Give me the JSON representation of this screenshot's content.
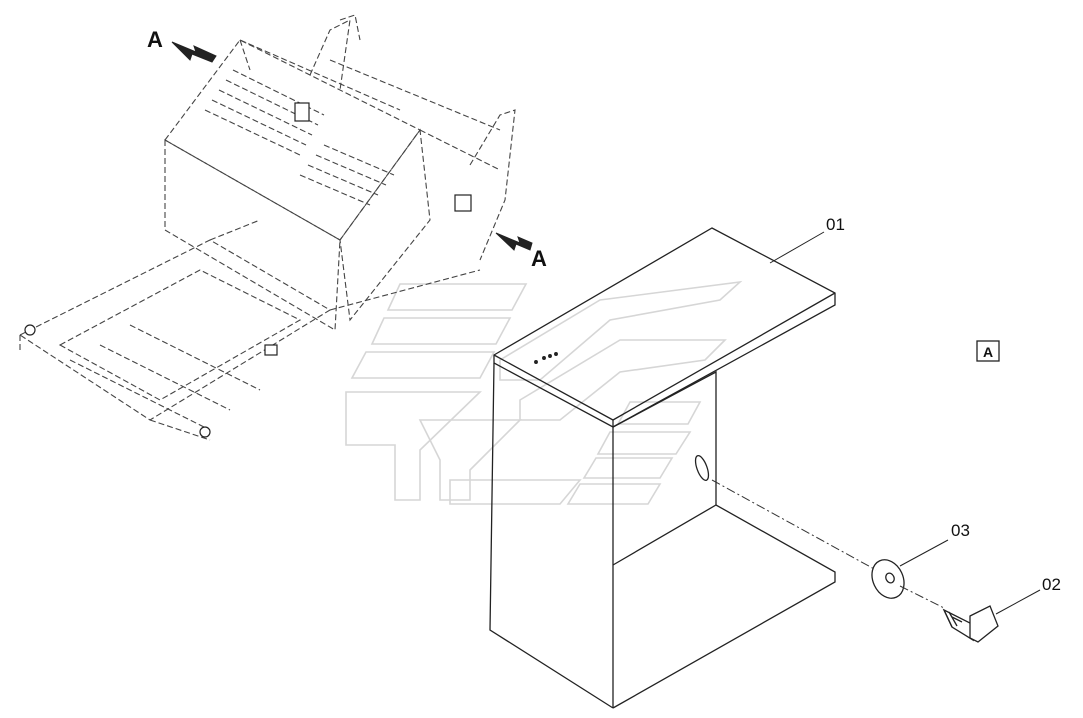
{
  "view_labels": {
    "top_left": "A",
    "right": "A",
    "reference_box": "A"
  },
  "callouts": {
    "p01": "01",
    "p02": "02",
    "p03": "03"
  },
  "colors": {
    "line": "#222222",
    "dash": "#444444",
    "watermark": "#dcdcdc"
  }
}
